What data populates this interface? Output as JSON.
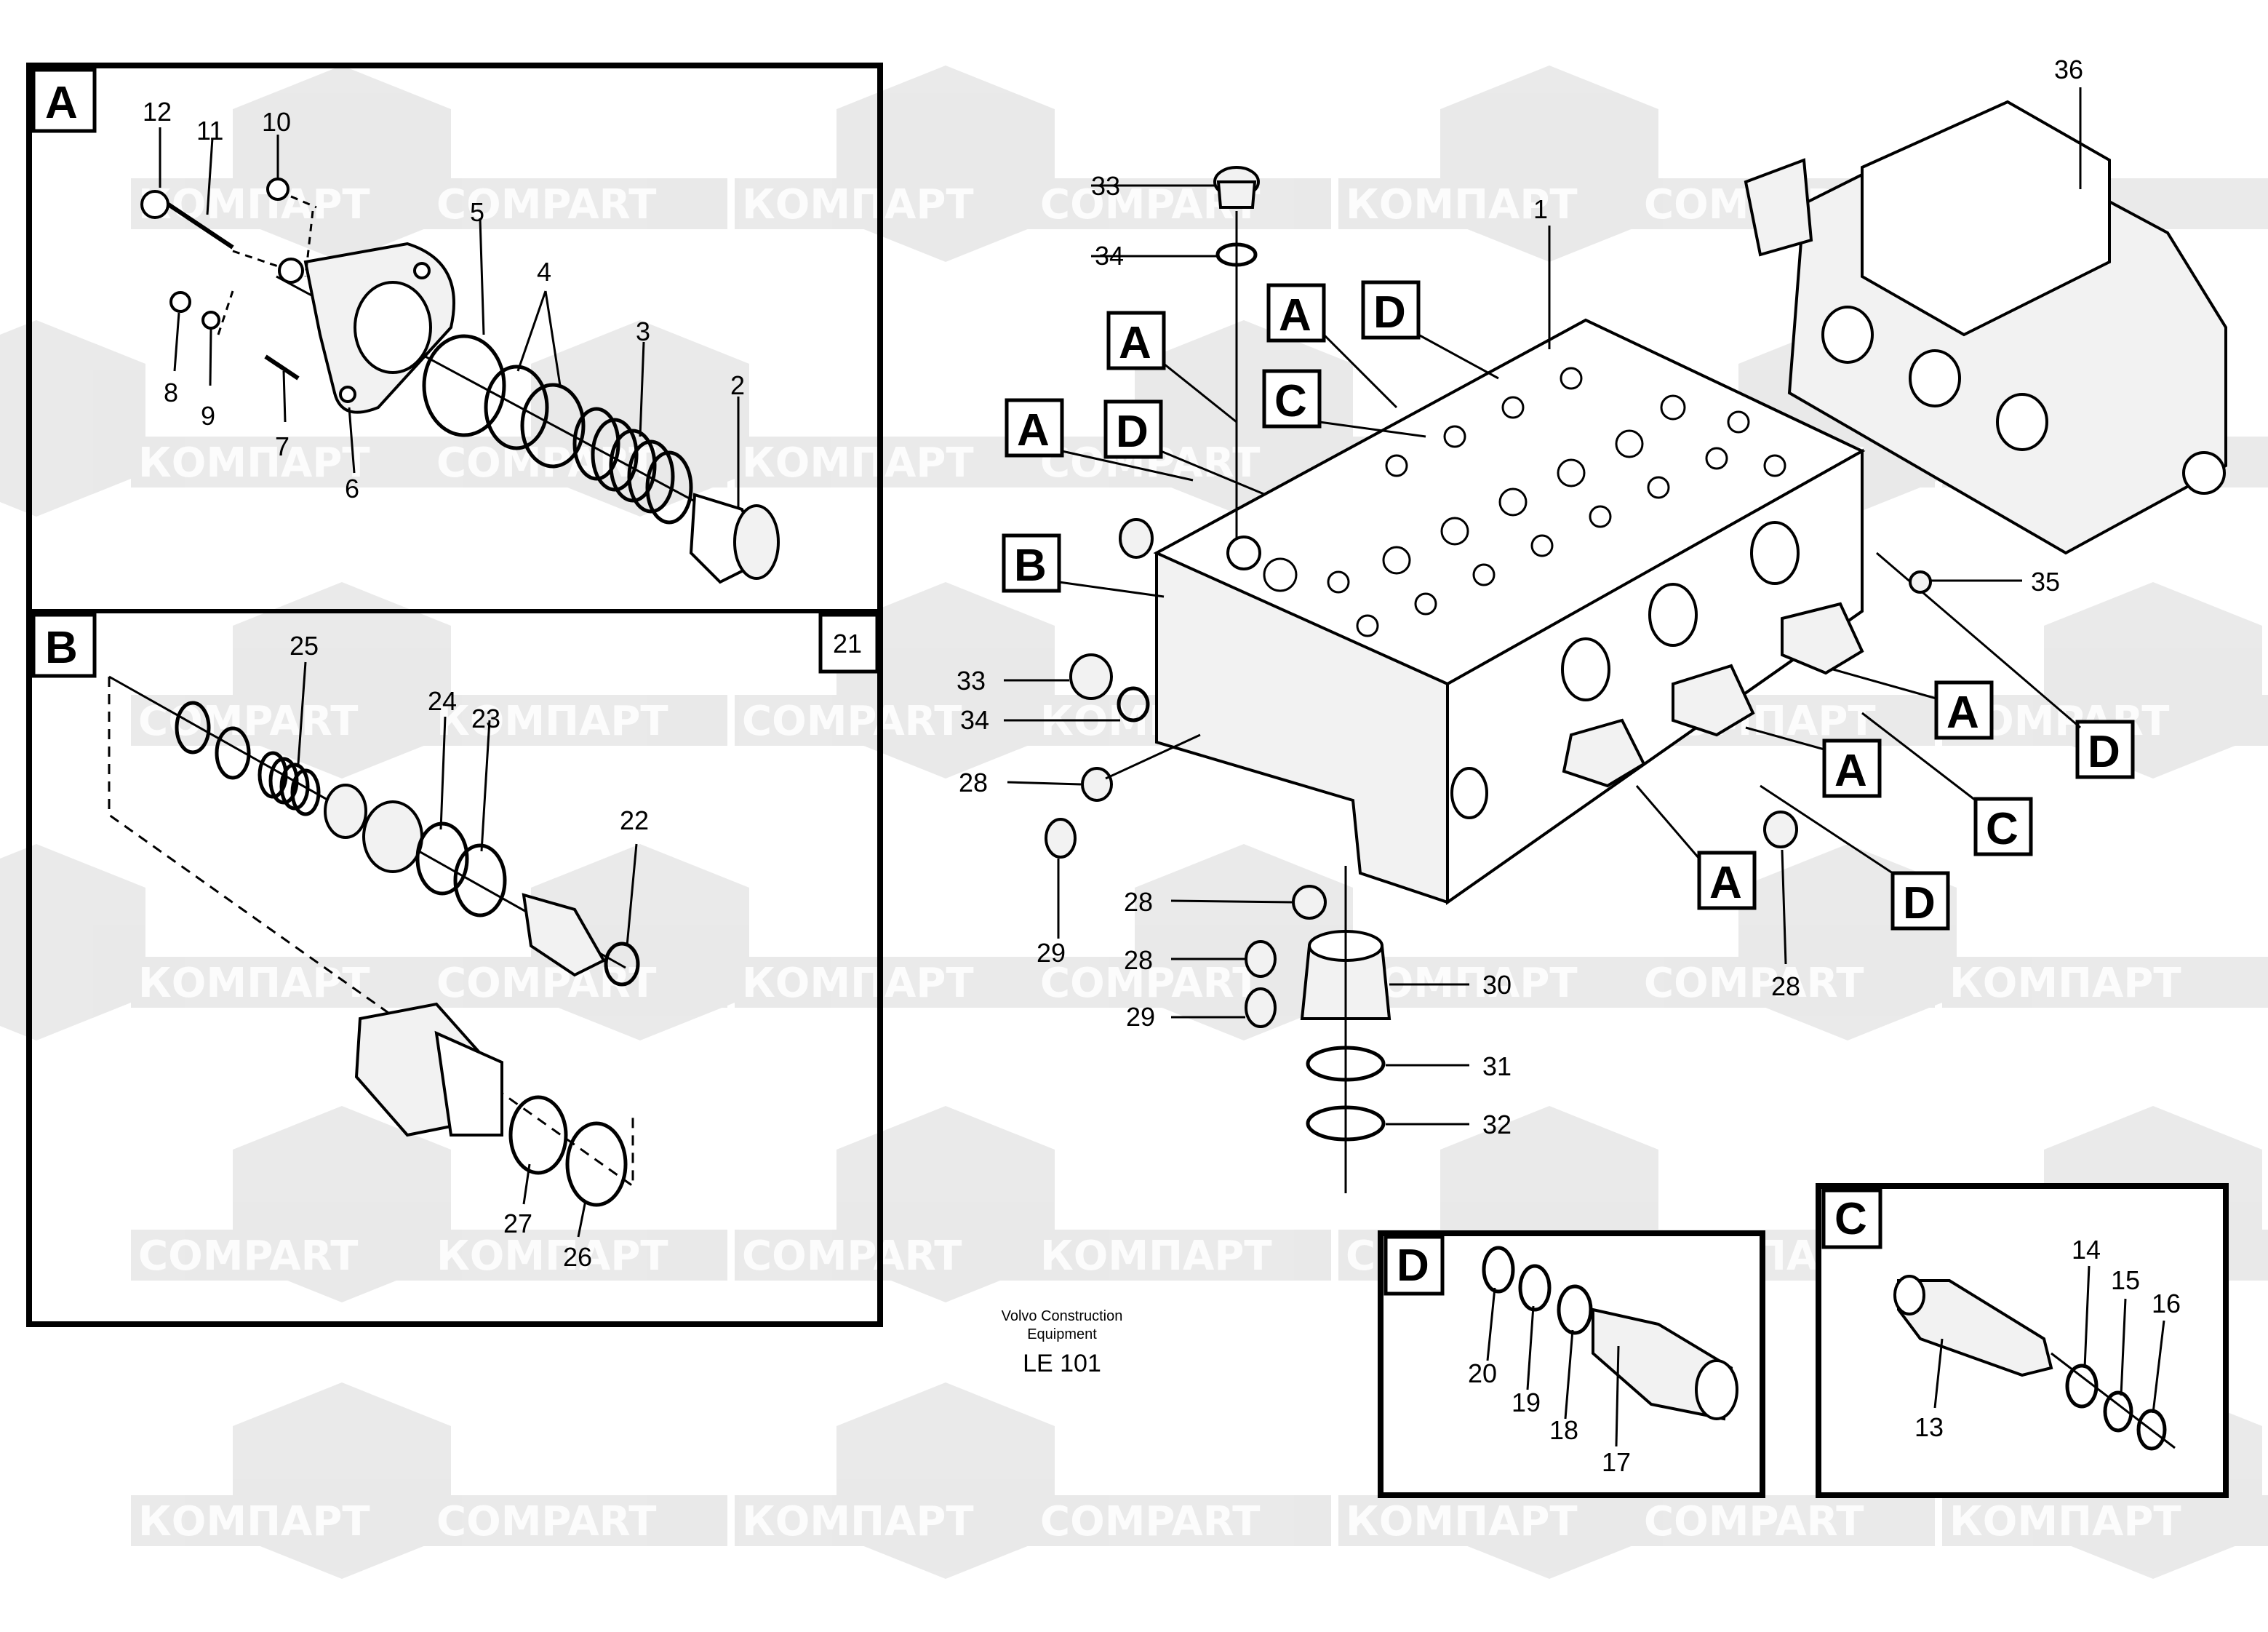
{
  "watermark": {
    "ru": "КОМПАРТ",
    "en": "COMPART"
  },
  "caption": {
    "line1": "Volvo Construction",
    "line2": "Equipment",
    "code": "LE 101"
  },
  "detail_letters": {
    "a": "A",
    "b": "B",
    "c": "C",
    "d": "D"
  },
  "sheet_number": "21",
  "parts": {
    "p1": "1",
    "p2": "2",
    "p3": "3",
    "p4": "4",
    "p5": "5",
    "p6": "6",
    "p7": "7",
    "p8": "8",
    "p9": "9",
    "p10": "10",
    "p11": "11",
    "p12": "12",
    "p13": "13",
    "p14": "14",
    "p15": "15",
    "p16": "16",
    "p17": "17",
    "p18": "18",
    "p19": "19",
    "p20": "20",
    "p22": "22",
    "p23": "23",
    "p24": "24",
    "p25": "25",
    "p26": "26",
    "p27": "27",
    "p28": "28",
    "p29": "29",
    "p30": "30",
    "p31": "31",
    "p32": "32",
    "p33": "33",
    "p34": "34",
    "p35": "35",
    "p36": "36"
  }
}
